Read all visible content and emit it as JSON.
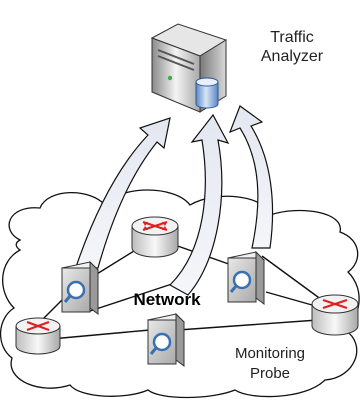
{
  "diagram": {
    "analyzer_label_line1": "Traffic",
    "analyzer_label_line2": "Analyzer",
    "network_label": "Network",
    "probe_label_line1": "Monitoring",
    "probe_label_line2": "Probe",
    "colors": {
      "router_arrow": "#e02020",
      "router_top": "#f2f2f2",
      "probe_lens": "#3a6fb0",
      "arrow_fill": "#f1f3f8",
      "line": "#111111"
    }
  }
}
